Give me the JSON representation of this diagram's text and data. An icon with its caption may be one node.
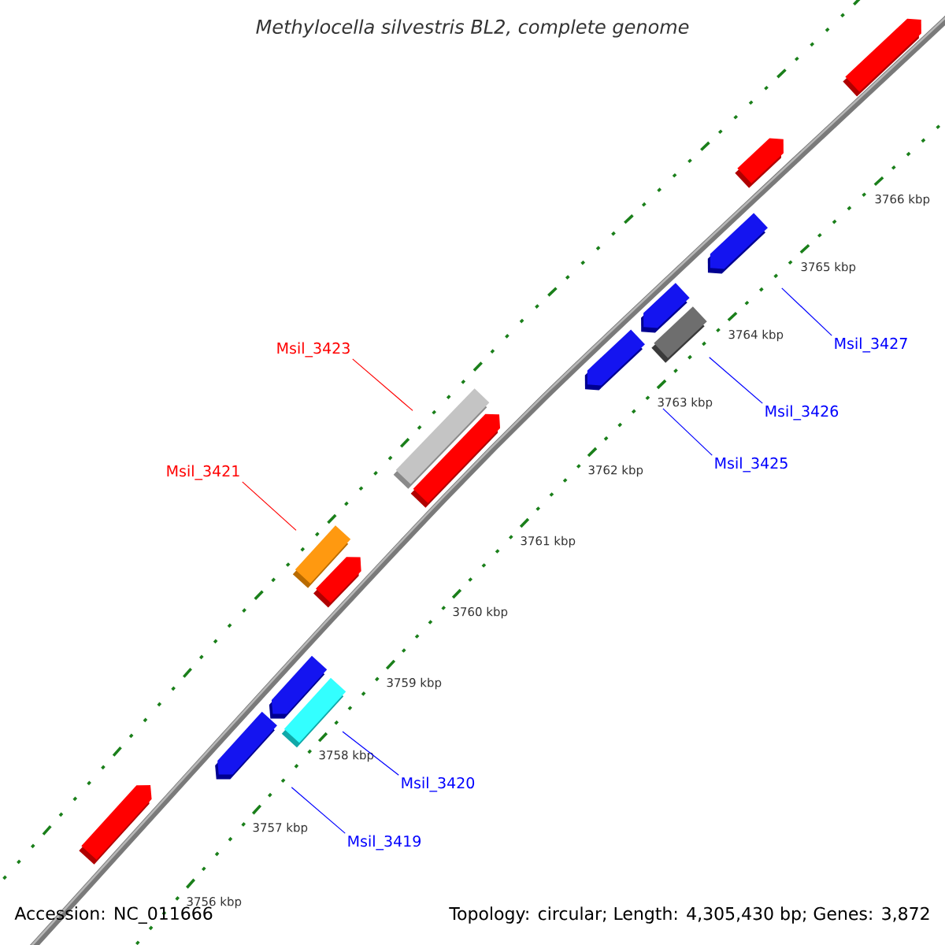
{
  "diagram": {
    "title": "Methylocella silvestris BL2, complete genome",
    "nodes": [
      {
        "text": [
          "Msil_3427"
        ]
      },
      {
        "text": [],
        "shape": "arrow"
      },
      {
        "text": [
          "Msil_3426"
        ]
      },
      {
        "text": [],
        "shape": "box"
      },
      {
        "text": [
          "Msil_3423"
        ]
      },
      {
        "text": [],
        "shape": "box"
      },
      {
        "text": [
          "Msil_3425"
        ]
      },
      {
        "text": [],
        "shape": "arrow"
      },
      {
        "text": [
          "Msil_3421"
        ]
      },
      {
        "text": [],
        "shape": "box"
      },
      {
        "text": [
          "Msil_3420"
        ]
      },
      {
        "text": [],
        "shape": "box"
      },
      {
        "text": [
          "Msil_3419"
        ]
      },
      {
        "text": [],
        "shape": "arrow"
      },
      {
        "text": [],
        "shape": "arrow"
      },
      {
        "text": [],
        "shape": "arrow"
      },
      {
        "text": [],
        "shape": "arrow"
      },
      {
        "text": [],
        "shape": "arrow"
      },
      {
        "text": [],
        "shape": "arrow"
      },
      {
        "text": [],
        "shape": "arrow"
      },
      {
        "text": [],
        "shape": "arrow"
      }
    ],
    "edges": [
      {
        "from": 0,
        "to": 1,
        "arrow": "none"
      },
      {
        "from": 2,
        "to": 3,
        "arrow": "none"
      },
      {
        "from": 4,
        "to": 5,
        "arrow": "none",
        "color": "#ff0000"
      },
      {
        "from": 6,
        "to": 7,
        "arrow": "none"
      },
      {
        "from": 8,
        "to": 9,
        "arrow": "none",
        "color": "#ff0000"
      },
      {
        "from": 10,
        "to": 11,
        "arrow": "none"
      },
      {
        "from": 12,
        "to": 13,
        "arrow": "none"
      }
    ],
    "labels": [
      "3766 kbp",
      "3765 kbp",
      "3764 kbp",
      "3763 kbp",
      "3762 kbp",
      "3761 kbp",
      "3760 kbp",
      "3759 kbp",
      "3758 kbp",
      "3757 kbp",
      "3756 kbp",
      "Accession: NC_011666",
      "Topology: circular; Length: 4,305,430 bp; Genes: 3,872"
    ]
  }
}
